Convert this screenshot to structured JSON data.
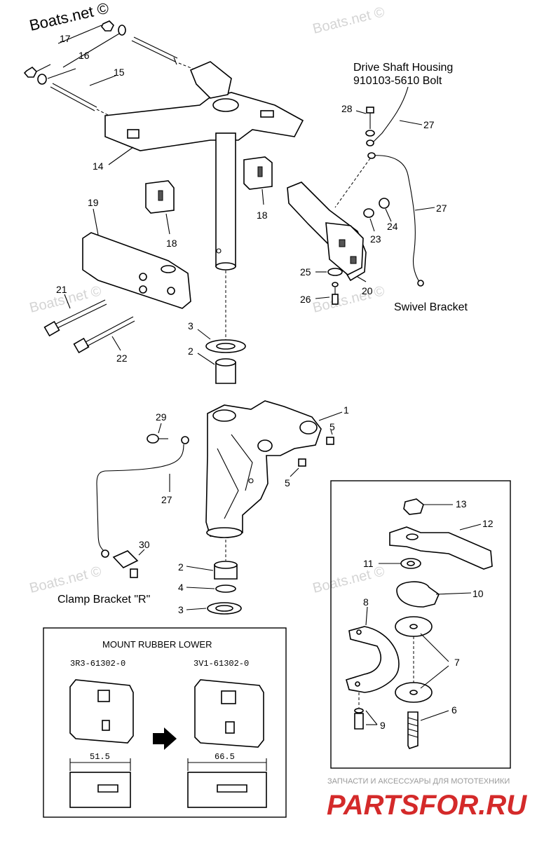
{
  "watermarks": {
    "top_left": "Boats.net ©",
    "faint": "Boats.net ©"
  },
  "labels": {
    "drive_shaft_housing": "Drive Shaft Housing",
    "bolt": "910103-5610 Bolt",
    "swivel_bracket": "Swivel Bracket",
    "clamp_bracket": "Clamp Bracket \"R\""
  },
  "callouts": {
    "p1": "1",
    "p2": "2",
    "p3": "3",
    "p4": "4",
    "p5": "5",
    "p6": "6",
    "p7": "7",
    "p8": "8",
    "p9": "9",
    "p10": "10",
    "p11": "11",
    "p12": "12",
    "p13": "13",
    "p14": "14",
    "p15": "15",
    "p16": "16",
    "p17": "17",
    "p18": "18",
    "p19": "19",
    "p20": "20",
    "p21": "21",
    "p22": "22",
    "p23": "23",
    "p24": "24",
    "p25": "25",
    "p26": "26",
    "p27": "27",
    "p28": "28",
    "p29": "29",
    "p30": "30"
  },
  "mount_rubber": {
    "title": "MOUNT RUBBER LOWER",
    "old_part": "3R3-61302-0",
    "new_part": "3V1-61302-0",
    "old_width": "51.5",
    "new_width": "66.5"
  },
  "footer": {
    "tagline": "ЗАПЧАСТИ И АКСЕССУАРЫ ДЛЯ МОТОТЕХНИКИ",
    "brand": "PARTSFOR.RU",
    "brand_color": "#d42a2a"
  }
}
